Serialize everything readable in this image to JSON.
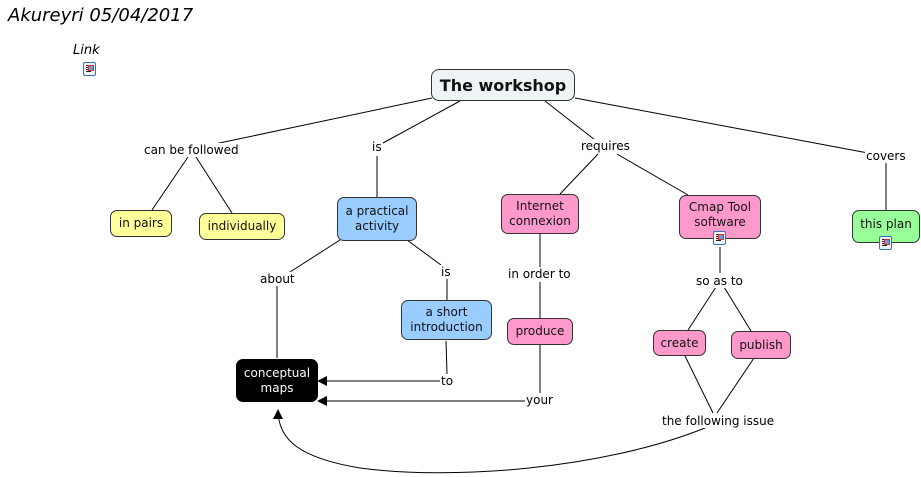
{
  "header": {
    "title": "Akureyri 05/04/2017",
    "link_label": "Link",
    "link_icon": "document-resource-icon"
  },
  "concepts": {
    "workshop": "The workshop",
    "in_pairs": "in pairs",
    "individually": "individually",
    "practical_activity": "a practical activity",
    "short_introduction": "a short introduction",
    "internet_connexion": "Internet connexion",
    "cmap_tool": "Cmap Tool software",
    "this_plan": "this plan",
    "produce": "produce",
    "create": "create",
    "publish": "publish",
    "conceptual_maps": "conceptual maps"
  },
  "linking_phrases": {
    "can_be_followed": "can be followed",
    "is_1": "is",
    "requires": "requires",
    "covers": "covers",
    "about": "about",
    "is_2": "is",
    "in_order_to": "in order to",
    "so_as_to": "so as to",
    "to": "to",
    "your": "your",
    "following_issue": "the following issue"
  },
  "colors": {
    "yellow_concept": "#ffff99",
    "blue_concept": "#99ccff",
    "pink_concept": "#ff99cc",
    "green_concept": "#99ff99",
    "black_concept": "#000000",
    "root_concept": "#eef4f6"
  }
}
